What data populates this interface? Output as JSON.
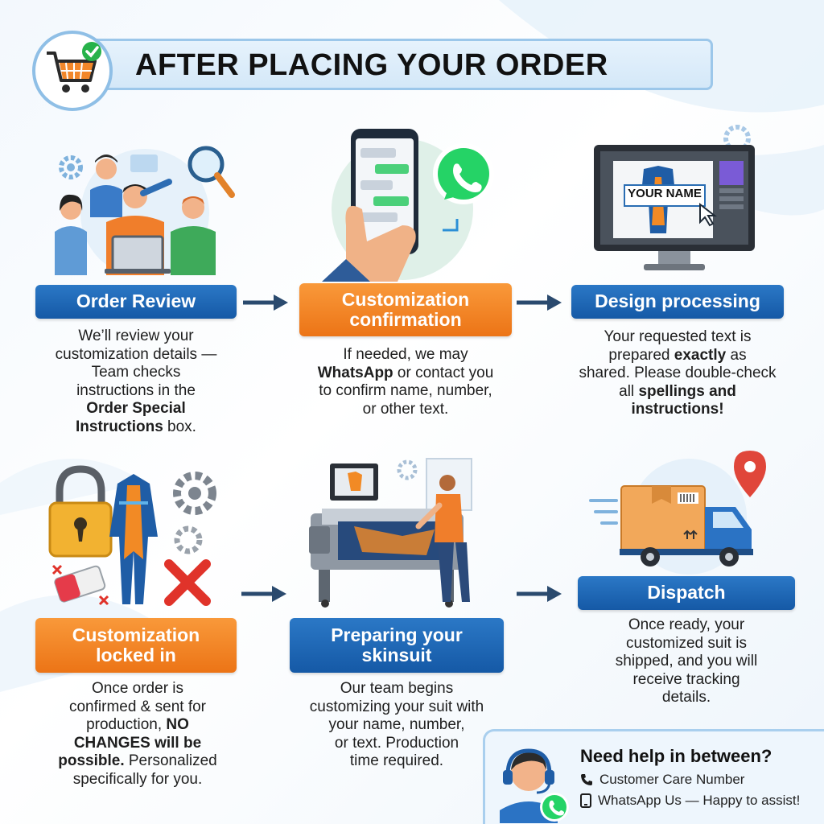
{
  "header": {
    "title": "AFTER PLACING YOUR ORDER"
  },
  "steps": [
    {
      "label": "Order Review",
      "desc": [
        {
          "t": "We’ll review your"
        },
        {
          "t": "customization details —"
        },
        {
          "t": "Team checks"
        },
        {
          "t": "instructions in the"
        },
        {
          "t": "Order Special",
          "b": true
        },
        {
          "t": "Instructions",
          "b": true,
          "tail": " box."
        }
      ]
    },
    {
      "label_line1": "Customization",
      "label_line2": "confirmation",
      "desc": [
        {
          "t": "If needed, we may"
        },
        {
          "t": "WhatsApp",
          "b": true,
          "tail": " or contact you"
        },
        {
          "t": "to confirm name, number,"
        },
        {
          "t": "or other text."
        }
      ]
    },
    {
      "label": "Design processing",
      "screen_text": "YOUR NAME",
      "desc": [
        {
          "t": "Your requested text is"
        },
        {
          "t": "prepared ",
          "bmid": "exactly",
          "tail": " as"
        },
        {
          "t": "shared. Please double-check"
        },
        {
          "t": "all ",
          "bmid": "spellings and"
        },
        {
          "t": "instructions!",
          "b": true
        }
      ]
    },
    {
      "label_line1": "Customization",
      "label_line2": "locked in",
      "desc": [
        {
          "t": "Once order is"
        },
        {
          "t": "confirmed & sent for"
        },
        {
          "t": "production, ",
          "bmid": "NO"
        },
        {
          "t": "CHANGES will be",
          "b": true
        },
        {
          "t": "possible.",
          "b": true,
          "tail": " Personalized"
        },
        {
          "t": "specifically for you."
        }
      ]
    },
    {
      "label_line1": "Preparing your",
      "label_line2": "skinsuit",
      "desc": [
        {
          "t": "Our team begins"
        },
        {
          "t": "customizing your suit with"
        },
        {
          "t": "your name, number,"
        },
        {
          "t": "or text. Production"
        },
        {
          "t": "time required."
        }
      ]
    },
    {
      "label": "Dispatch",
      "desc": [
        {
          "t": "Once ready, your"
        },
        {
          "t": "customized suit is"
        },
        {
          "t": "shipped, and you will"
        },
        {
          "t": "receive tracking"
        },
        {
          "t": "details."
        }
      ]
    }
  ],
  "help": {
    "title": "Need help in between?",
    "line1": "Customer Care Number",
    "line2": "WhatsApp Us — Happy to assist!"
  },
  "colors": {
    "blue": "#1f6bb8",
    "orange": "#f28a25",
    "whatsapp": "#25d366",
    "danger": "#e0332a"
  },
  "icons": [
    "cart-check-icon",
    "magnifier-icon",
    "gear-icon",
    "phone-icon",
    "whatsapp-icon",
    "monitor-icon",
    "cursor-icon",
    "padlock-icon",
    "skinsuit-icon",
    "eraser-icon",
    "x-mark-icon",
    "printer-icon",
    "truck-icon",
    "location-pin-icon",
    "headset-agent-icon"
  ]
}
